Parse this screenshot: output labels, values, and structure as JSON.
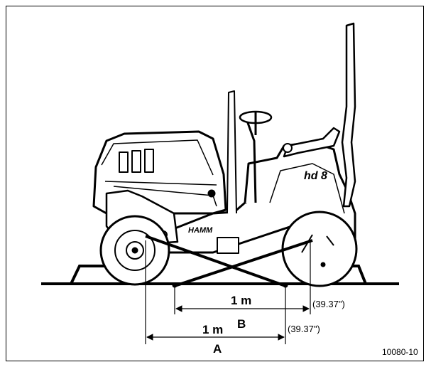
{
  "figure": {
    "brand_mark": "HAMM",
    "model_mark": "hd 8",
    "dim_upper_value": "1 m",
    "dim_upper_letter": "B",
    "dim_upper_imperial": "(39.37\")",
    "dim_lower_value": "1 m",
    "dim_lower_letter": "A",
    "dim_lower_imperial": "(39.37\")",
    "figure_id": "10080-10"
  }
}
